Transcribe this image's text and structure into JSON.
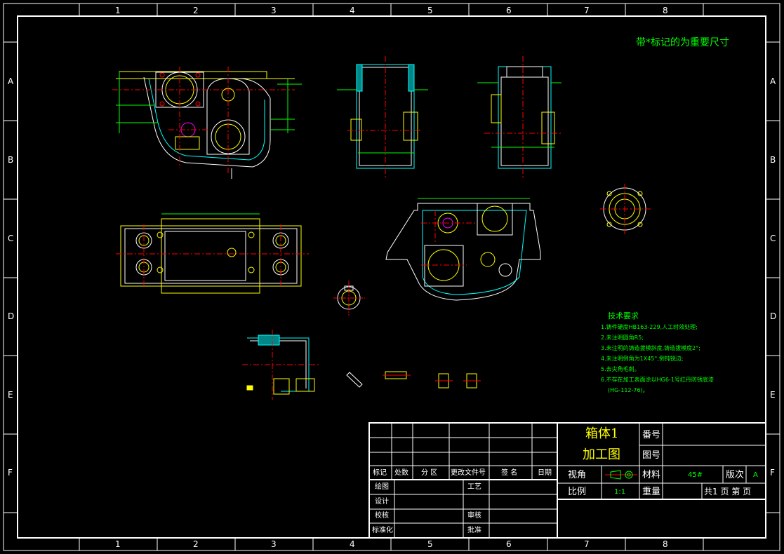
{
  "zones": {
    "columns": [
      "1",
      "2",
      "3",
      "4",
      "5",
      "6",
      "7",
      "8"
    ],
    "rows": [
      "A",
      "B",
      "C",
      "D",
      "E",
      "F"
    ]
  },
  "important_note": "带*标记的为重要尺寸",
  "tech": {
    "title": "技术要求",
    "items": [
      "1.铸件硬度HB163-229,人工时效处理;",
      "2.未注明圆角R5;",
      "3.未注明的铸造拔模斜度,铸造拔模度2°;",
      "4.未注明倒角为1X45°,倒钝锐边;",
      "5.去尖角毛刺。",
      "6.不存在加工表面涂以HG6-1号红丹防锈底漆",
      "(HG-112-76)。"
    ]
  },
  "title_block": {
    "name_line1": "箱体1",
    "name_line2": "加工图",
    "field_number": "番号",
    "field_drawing_no": "图号",
    "field_view": "视角",
    "field_material": "材料",
    "material_value": "45#",
    "field_version": "版次",
    "version_value": "A",
    "field_scale": "比例",
    "scale_value": "1:1",
    "field_weight": "重量",
    "page_text": "共1 页 第  页",
    "rev_headers": [
      "标记",
      "处数",
      "分 区",
      "更改文件号",
      "签 名",
      "日期"
    ],
    "sign_rows": [
      "绘图",
      "设计",
      "校核",
      "标准化"
    ],
    "sign_right": [
      "工艺",
      "审核",
      "批准"
    ]
  },
  "colors": {
    "background": "#000000",
    "border": "#ffffff",
    "geometry_yellow": "#ffff00",
    "geometry_cyan": "#00ffff",
    "centerline_red": "#ff0000",
    "dimension_green": "#00ff00",
    "hatch_magenta": "#ff00ff"
  }
}
